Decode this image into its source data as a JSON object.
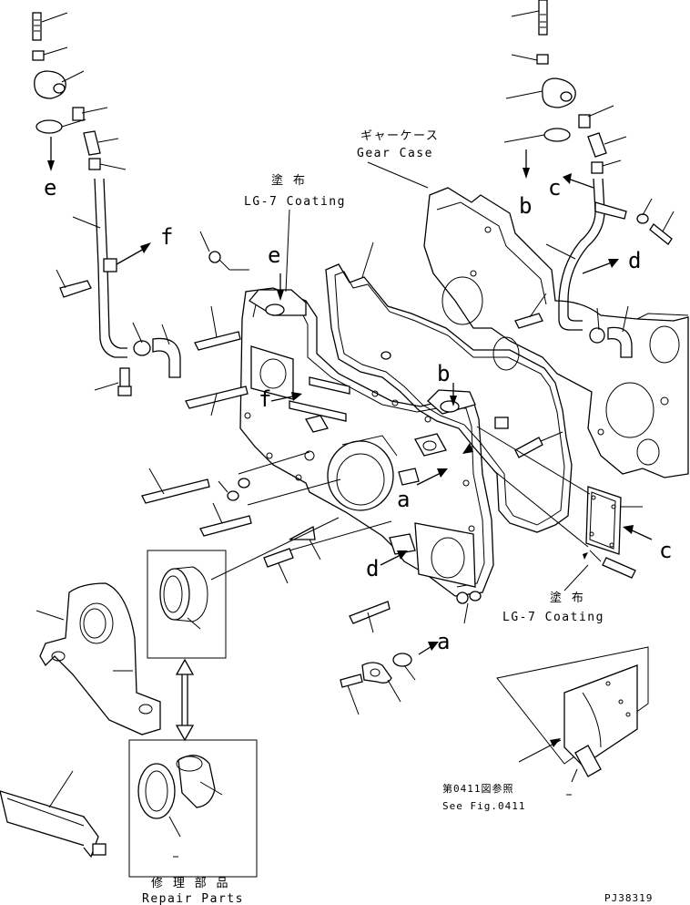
{
  "labels": {
    "gear_case_jp": "ギャーケース",
    "gear_case_en": "Gear Case",
    "coating_jp_1": "塗 布",
    "coating_en_1": "LG-7 Coating",
    "coating_jp_2": "塗 布",
    "coating_en_2": "LG-7 Coating",
    "see_fig_jp": "第0411図参照",
    "see_fig_en": "See Fig.0411",
    "repair_jp": "修 理 部 品",
    "repair_en": "Repair Parts",
    "drawing_no": "PJ38319"
  },
  "callouts": {
    "e_top": "e",
    "e_left": "e",
    "f_right": "f",
    "f_case": "f",
    "b_right": "b",
    "b_case": "b",
    "c_right": "c",
    "c_cover": "c",
    "d_right": "d",
    "d_case": "d",
    "a_case": "a",
    "a_gasket": "a"
  }
}
